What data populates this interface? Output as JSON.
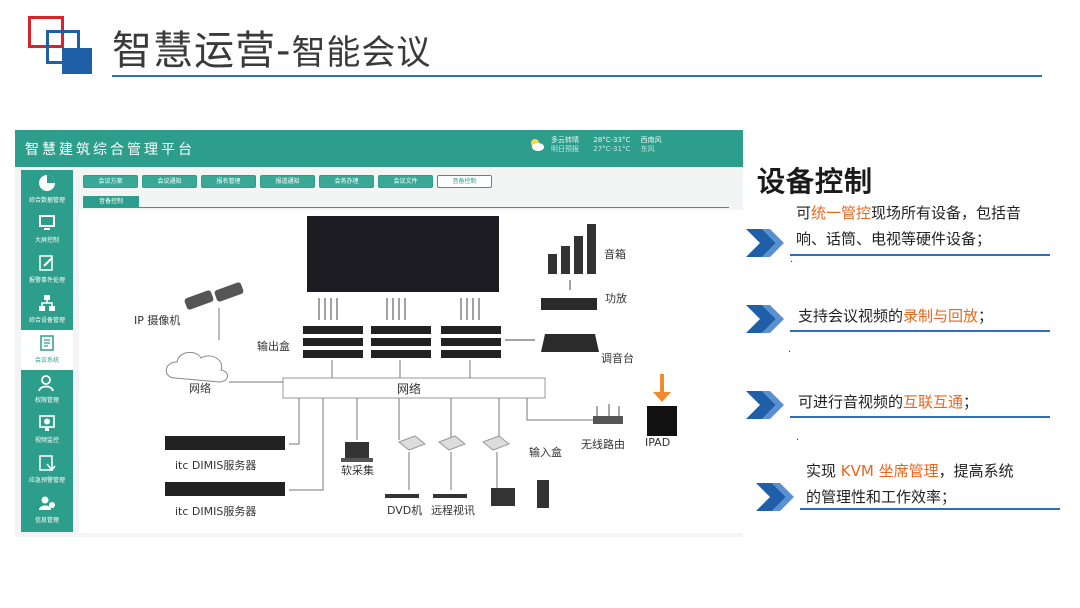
{
  "slide": {
    "title_main": "智慧运营",
    "title_sep": "-",
    "title_sub": "智能会议"
  },
  "screenshot": {
    "app_title": "智慧建筑综合管理平台",
    "weather": {
      "line1_condition": "多云转晴",
      "line1_temp": "28°C-33°C",
      "line1_wind": "西南风",
      "line2_condition": "明日预报",
      "line2_temp": "27°C-31°C",
      "line2_wind": "东风"
    },
    "sidebar": [
      {
        "label": "综合数据管理",
        "icon": "pie-chart-icon"
      },
      {
        "label": "大屏控制",
        "icon": "monitor-icon"
      },
      {
        "label": "报警事件处理",
        "icon": "edit-icon"
      },
      {
        "label": "综合设备管理",
        "icon": "network-icon"
      },
      {
        "label": "会议系统",
        "icon": "document-icon",
        "active": true
      },
      {
        "label": "权限管理",
        "icon": "user-icon"
      },
      {
        "label": "视频监控",
        "icon": "camera-icon"
      },
      {
        "label": "应急预警管理",
        "icon": "alert-doc-icon"
      },
      {
        "label": "信息管理",
        "icon": "users-icon"
      }
    ],
    "tabs": [
      "会议方案",
      "会议通知",
      "报名管理",
      "报道通知",
      "会务办理",
      "会议文件",
      "音备控制"
    ],
    "active_tab": "音备控制",
    "subtab": "音备控制",
    "diagram": {
      "speaker_label": "音箱",
      "amp_label": "功放",
      "mixer_label": "调音台",
      "ip_camera_label": "IP 摄像机",
      "output_box_label": "输出盒",
      "network_cloud_label": "网络",
      "network_bar_label": "网络",
      "router_label": "无线路由",
      "ipad_label": "IPAD",
      "server1_label": "itc DIMIS服务器",
      "server2_label": "itc DIMIS服务器",
      "soft_capture_label": "软采集",
      "input_box_label": "输入盒",
      "dvd_label": "DVD机",
      "remote_video_label": "远程视讯"
    }
  },
  "panel": {
    "heading": "设备控制",
    "bullets": [
      {
        "prefix": "可",
        "highlight": "统一管控",
        "suffix": "现场所有设备，包括音",
        "line2": "响、话筒、电视等硬件设备；"
      },
      {
        "prefix": "支持会议视频的",
        "highlight": "录制与回放",
        "suffix": "；"
      },
      {
        "prefix": "可进行音视频的",
        "highlight": "互联互通",
        "suffix": "；"
      },
      {
        "prefix": "实现 ",
        "highlight": "KVM 坐席管理",
        "suffix": "，提高系统",
        "line2": "的管理性和工作效率；"
      }
    ]
  },
  "colors": {
    "teal": "#2e9e8c",
    "accent_blue": "#2f6fb8",
    "highlight_orange": "#e8671f",
    "logo_red": "#d8232a",
    "logo_blue": "#1f5fa8"
  }
}
